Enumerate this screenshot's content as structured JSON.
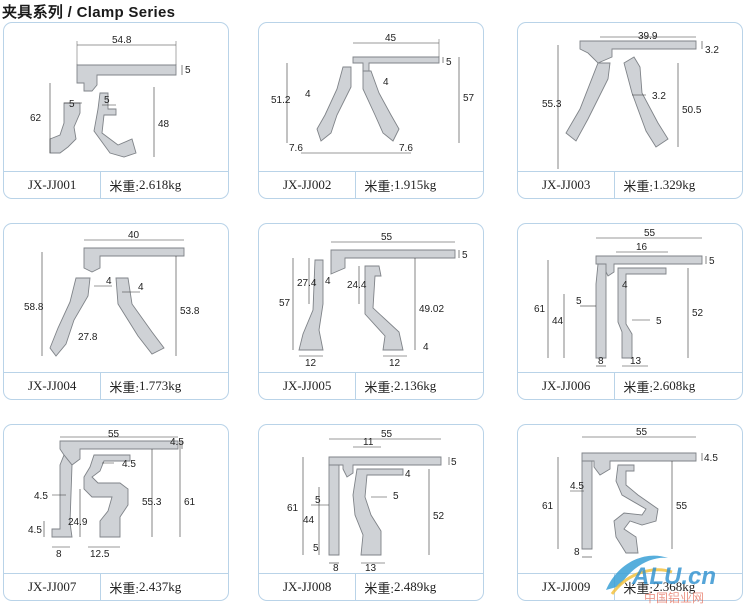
{
  "page": {
    "title": "夹具系列 / Clamp Series"
  },
  "labels": {
    "weight_prefix": "米重: "
  },
  "colors": {
    "card_border": "#b9d3e8",
    "profile_fill": "#cfd2d6",
    "profile_stroke": "#7f8388"
  },
  "products": [
    {
      "code": "JX-JJ001",
      "weight": "2.618kg",
      "dims": [
        "54.8",
        "5",
        "62",
        "5",
        "5",
        "48"
      ]
    },
    {
      "code": "JX-JJ002",
      "weight": "1.915kg",
      "dims": [
        "45",
        "5",
        "4",
        "51.2",
        "4",
        "57",
        "7.6",
        "7.6"
      ]
    },
    {
      "code": "JX-JJ003",
      "weight": "1.329kg",
      "dims": [
        "39.9",
        "3.2",
        "55.3",
        "3.2",
        "50.5"
      ]
    },
    {
      "code": "JX-JJ004",
      "weight": "1.773kg",
      "dims": [
        "40",
        "58.8",
        "4",
        "4",
        "27.8",
        "53.8"
      ]
    },
    {
      "code": "JX-JJ005",
      "weight": "2.136kg",
      "dims": [
        "55",
        "5",
        "57",
        "27.4",
        "4",
        "24.4",
        "49.02",
        "12",
        "12",
        "4"
      ]
    },
    {
      "code": "JX-JJ006",
      "weight": "2.608kg",
      "dims": [
        "55",
        "16",
        "5",
        "4",
        "61",
        "44",
        "5",
        "5",
        "52",
        "8",
        "13"
      ]
    },
    {
      "code": "JX-JJ007",
      "weight": "2.437kg",
      "dims": [
        "55",
        "4.5",
        "4.5",
        "4.5",
        "55.3",
        "61",
        "24.9",
        "4.5",
        "8",
        "12.5"
      ]
    },
    {
      "code": "JX-JJ008",
      "weight": "2.489kg",
      "dims": [
        "55",
        "11",
        "5",
        "4",
        "61",
        "44",
        "5",
        "5",
        "52",
        "5",
        "8",
        "13"
      ]
    },
    {
      "code": "JX-JJ009",
      "weight": "2.368kg",
      "dims": [
        "55",
        "4.5",
        "61",
        "4.5",
        "55",
        "8"
      ]
    }
  ],
  "watermark": {
    "text": "ALU.cn",
    "subtext": "中国铝业网",
    "icon": "alu-swoosh-logo"
  }
}
